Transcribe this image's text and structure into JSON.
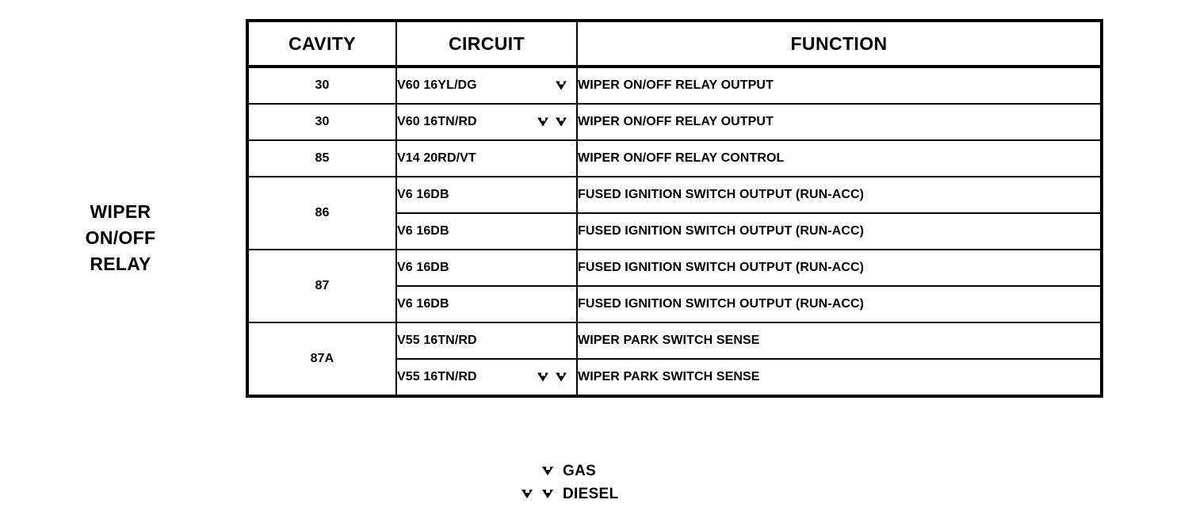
{
  "component_label": {
    "lines": [
      "WIPER",
      "ON/OFF",
      "RELAY"
    ]
  },
  "table": {
    "headers": {
      "cavity": "CAVITY",
      "circuit": "CIRCUIT",
      "function": "FUNCTION"
    },
    "rows": [
      {
        "cavity": "30",
        "circuit": "V60 16YL/DG",
        "markers": 1,
        "function": "WIPER ON/OFF RELAY OUTPUT"
      },
      {
        "cavity": "30",
        "circuit": "V60 16TN/RD",
        "markers": 2,
        "function": "WIPER ON/OFF RELAY OUTPUT"
      },
      {
        "cavity": "85",
        "circuit": "V14 20RD/VT",
        "markers": 0,
        "function": "WIPER ON/OFF RELAY CONTROL"
      },
      {
        "cavity": "86",
        "circuit": "V6 16DB",
        "markers": 0,
        "function": "FUSED IGNITION SWITCH OUTPUT (RUN-ACC)"
      },
      {
        "cavity": "",
        "circuit": "V6 16DB",
        "markers": 0,
        "function": "FUSED IGNITION SWITCH OUTPUT (RUN-ACC)"
      },
      {
        "cavity": "87",
        "circuit": "V6 16DB",
        "markers": 0,
        "function": "FUSED IGNITION SWITCH OUTPUT (RUN-ACC)"
      },
      {
        "cavity": "",
        "circuit": "V6 16DB",
        "markers": 0,
        "function": "FUSED IGNITION SWITCH OUTPUT (RUN-ACC)"
      },
      {
        "cavity": "87A",
        "circuit": "V55 16TN/RD",
        "markers": 0,
        "function": "WIPER PARK SWITCH SENSE"
      },
      {
        "cavity": "",
        "circuit": "V55 16TN/RD",
        "markers": 2,
        "function": "WIPER PARK SWITCH SENSE"
      }
    ]
  },
  "legend": {
    "entries": [
      {
        "markers": 1,
        "label": "GAS"
      },
      {
        "markers": 2,
        "label": "DIESEL"
      }
    ]
  }
}
